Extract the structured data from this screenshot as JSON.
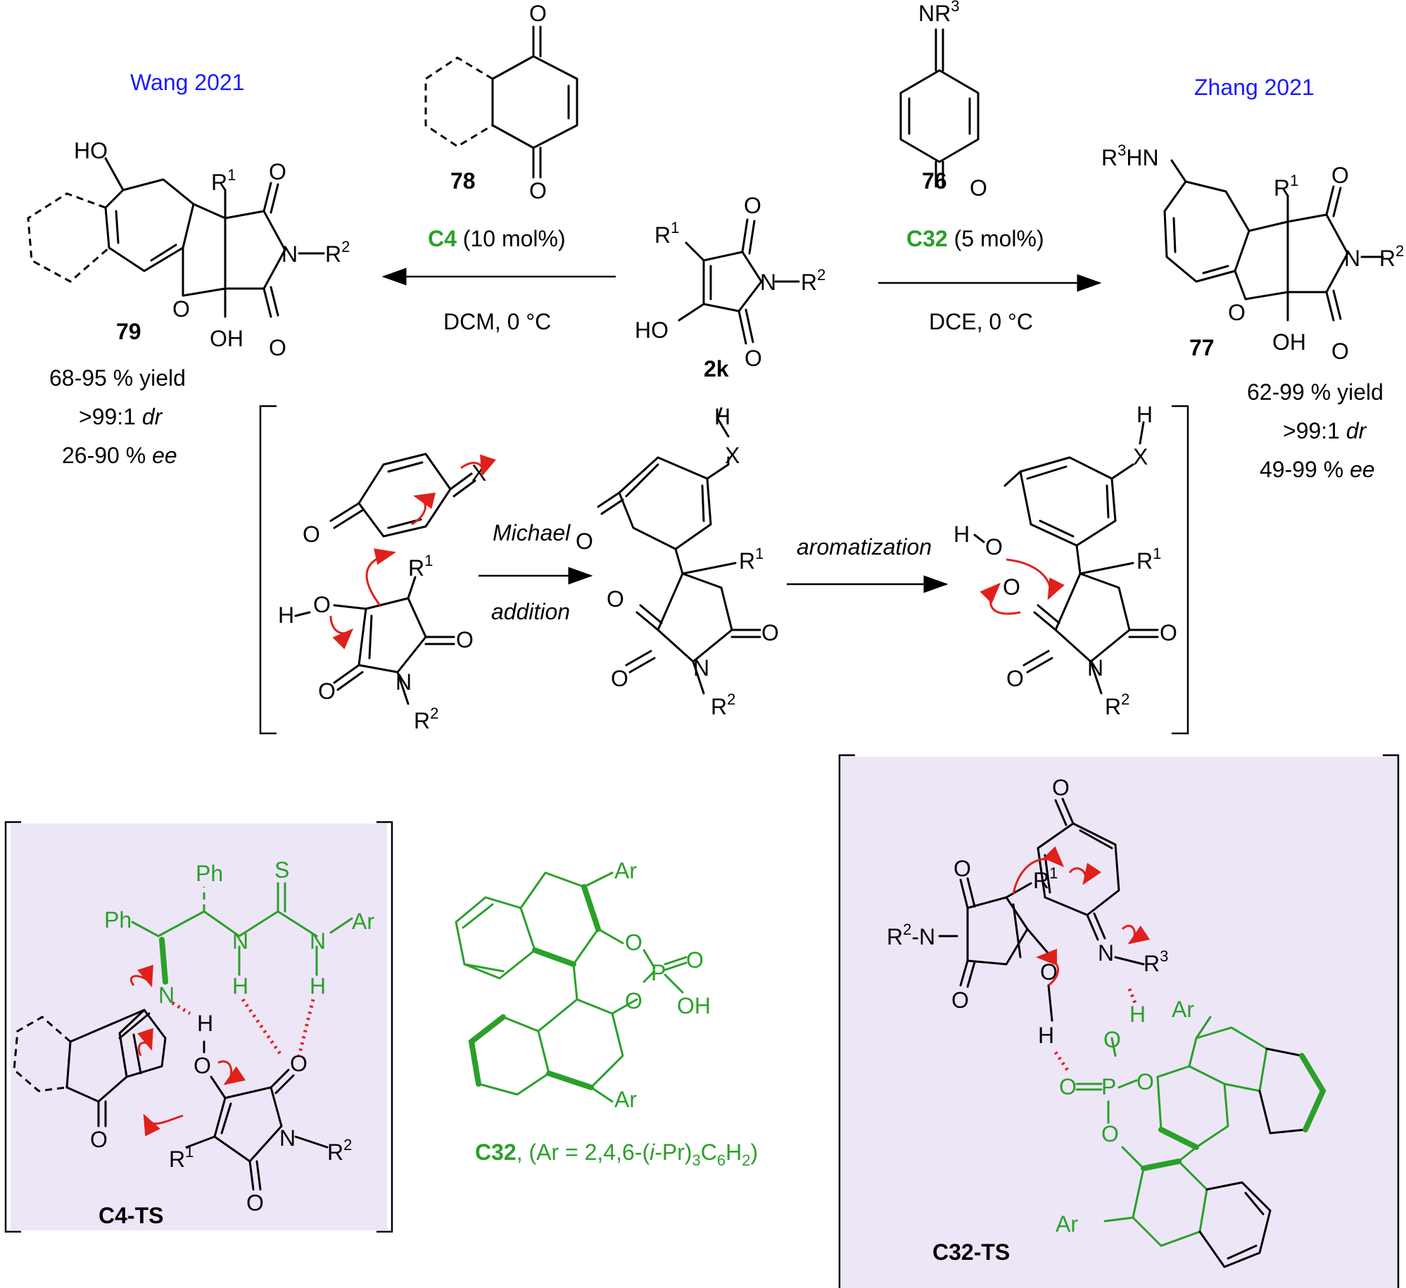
{
  "references": {
    "left": "Wang 2021",
    "right": "Zhang 2021"
  },
  "compounds": {
    "quinone": "78",
    "iminoquinone": "76",
    "hydroxymaleimide": "2k",
    "product_left": "79",
    "product_right": "77"
  },
  "atoms": {
    "O": "O",
    "N": "N",
    "S": "S",
    "P": "P",
    "H": "H",
    "X": "X",
    "HO": "HO",
    "OH": "OH",
    "R1": "R",
    "R2": "R",
    "R3": "R",
    "sup1": "1",
    "sup2": "2",
    "sup3": "3",
    "NR": "NR",
    "R3HN_R": "R",
    "R3HN_HN": "HN",
    "Ph": "Ph",
    "Ar": "Ar"
  },
  "conditions": {
    "left_catalyst": "C4",
    "left_loading": " (10 mol%)",
    "left_solvent": "DCM, 0 °C",
    "right_catalyst": "C32",
    "right_loading": " (5 mol%)",
    "right_solvent": "DCE, 0 °C"
  },
  "results": {
    "left": {
      "yield": "68-95 % yield",
      "dr_value": ">99:1 ",
      "dr_unit": "dr",
      "ee_value": "26-90 % ",
      "ee_unit": "ee"
    },
    "right": {
      "yield": "62-99 % yield",
      "dr_value": ">99:1 ",
      "dr_unit": "dr",
      "ee_value": "49-99 % ",
      "ee_unit": "ee"
    }
  },
  "mechanism": {
    "step1_line1": "Michael",
    "step1_line2": "addition",
    "step2": "aromatization"
  },
  "catalyst": {
    "name": "C32",
    "desc_a": ", (Ar = 2,4,6-(",
    "desc_b": "i",
    "desc_c": "-Pr)",
    "sub3": "3",
    "desc_d": "C",
    "sub6": "6",
    "desc_e": "H",
    "sub2": "2",
    "desc_f": ")"
  },
  "transition_states": {
    "left": "C4-TS",
    "right": "C32-TS"
  },
  "colors": {
    "catalyst_green": "#2aa02a",
    "reference_blue": "#1a1aff",
    "arrow_red": "#e0201a",
    "ts_background": "#ede6f7"
  }
}
